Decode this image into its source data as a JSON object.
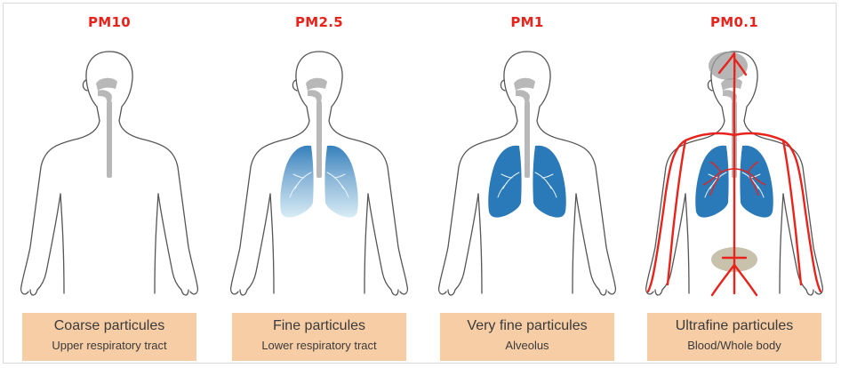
{
  "colors": {
    "title": "#e8231c",
    "outline": "#555555",
    "airway": "#b8b8b8",
    "lung": "#2a79b8",
    "lung_faint": "#bfe0ef",
    "blood": "#e8231c",
    "organ": "#c8c2ad",
    "label_bg": "#f7cda6"
  },
  "panels": [
    {
      "title": "PM10",
      "label_main": "Coarse particules",
      "label_sub": "Upper respiratory tract",
      "lungs": "none",
      "blood": false
    },
    {
      "title": "PM2.5",
      "label_main": "Fine particules",
      "label_sub": "Lower respiratory tract",
      "lungs": "faint",
      "blood": false
    },
    {
      "title": "PM1",
      "label_main": "Very fine particules",
      "label_sub": "Alveolus",
      "lungs": "full",
      "blood": false
    },
    {
      "title": "PM0.1",
      "label_main": "Ultrafine particules",
      "label_sub": "Blood/Whole body",
      "lungs": "full",
      "blood": true
    }
  ]
}
